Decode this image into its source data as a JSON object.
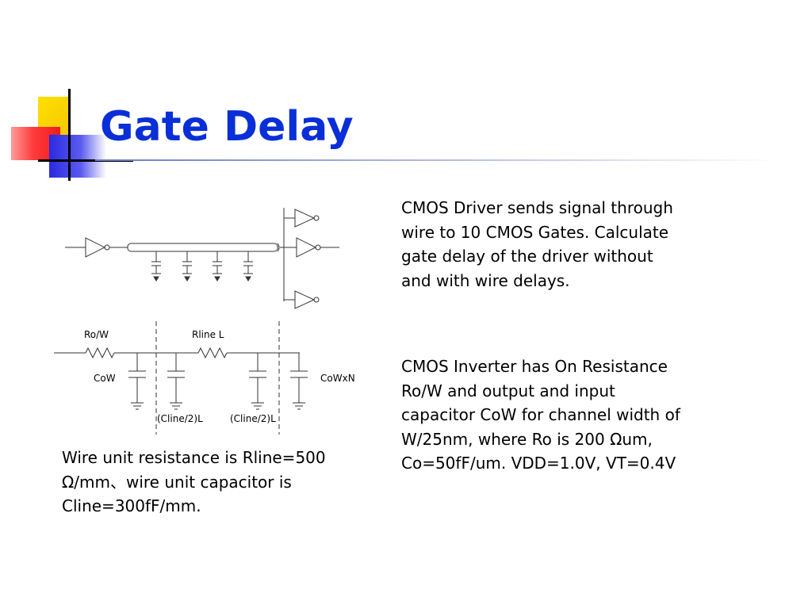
{
  "slide": {
    "title": "Gate Delay",
    "para1": "CMOS Driver sends signal through wire to 10 CMOS Gates. Calculate gate delay of the driver without and with wire delays.",
    "para2": "CMOS Inverter has On Resistance Ro/W and output and input capacitor CoW for channel width of W/25nm, where Ro is 200 Ωum, Co=50fF/um. VDD=1.0V, VT=0.4V",
    "para3": "Wire unit resistance is Rline=500  Ω/mm、wire unit capacitor is Cline=300fF/mm."
  },
  "diagram": {
    "labels": {
      "ro_w": "Ro/W",
      "rline": "Rline L",
      "cow": "CoW",
      "cowxn": "CoWxN",
      "cline_left": "(Cline/2)L",
      "cline_right": "(Cline/2)L"
    }
  },
  "colors": {
    "title": "#0a2fd8",
    "accent_yellow": "#ffe000",
    "accent_red": "#ff3b3b",
    "accent_blue": "#2a2ae0"
  }
}
